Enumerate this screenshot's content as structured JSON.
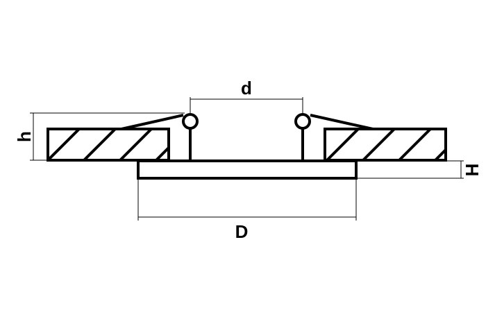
{
  "labels": {
    "inner_diameter": "d",
    "outer_diameter": "D",
    "frame_height": "h",
    "ring_height": "H"
  },
  "colors": {
    "line": "#000000",
    "background": "#ffffff"
  }
}
